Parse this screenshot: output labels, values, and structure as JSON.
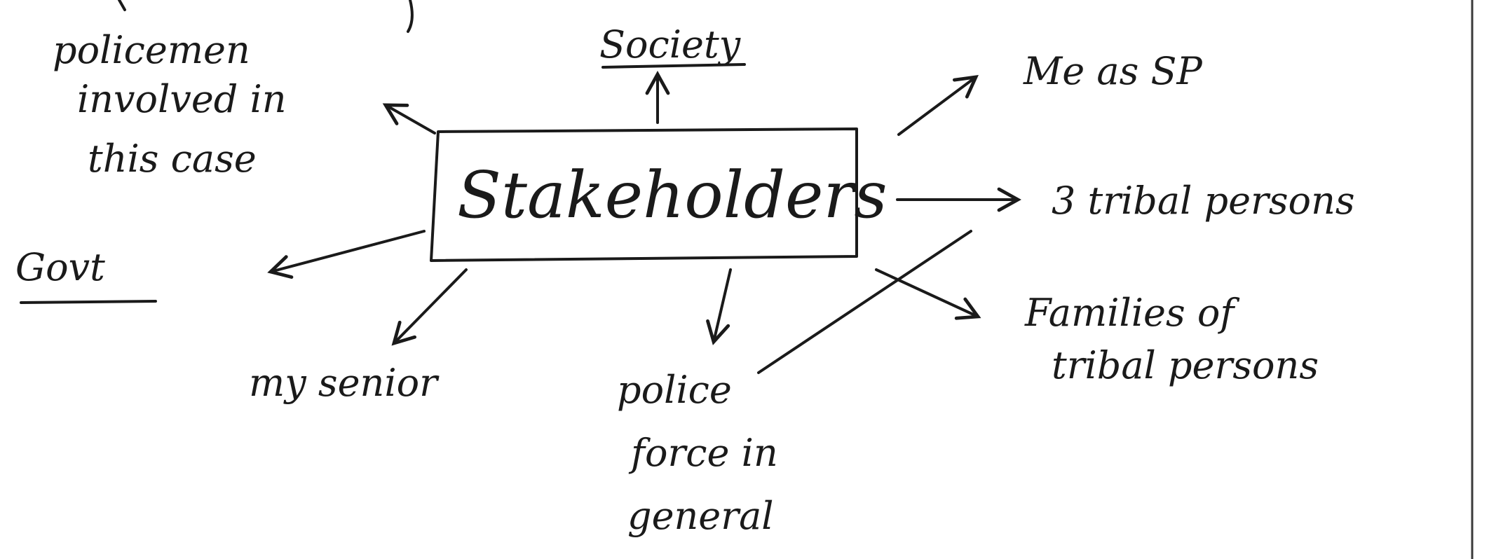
{
  "diagram": {
    "center": {
      "label": "Stakeholders"
    },
    "nodes": {
      "society": "Society",
      "me_as_sp": "Me as SP",
      "tribal_persons": "3 tribal persons",
      "families_line1": "Families of",
      "families_line2": "tribal persons",
      "police_force_line1": "police",
      "police_force_line2": "force in",
      "police_force_line3": "general",
      "my_senior": "my senior",
      "govt": "Govt",
      "policemen_line1": "policemen",
      "policemen_line2": "involved in",
      "policemen_line3": "this case"
    },
    "ink_color": "#1a1a1a"
  }
}
